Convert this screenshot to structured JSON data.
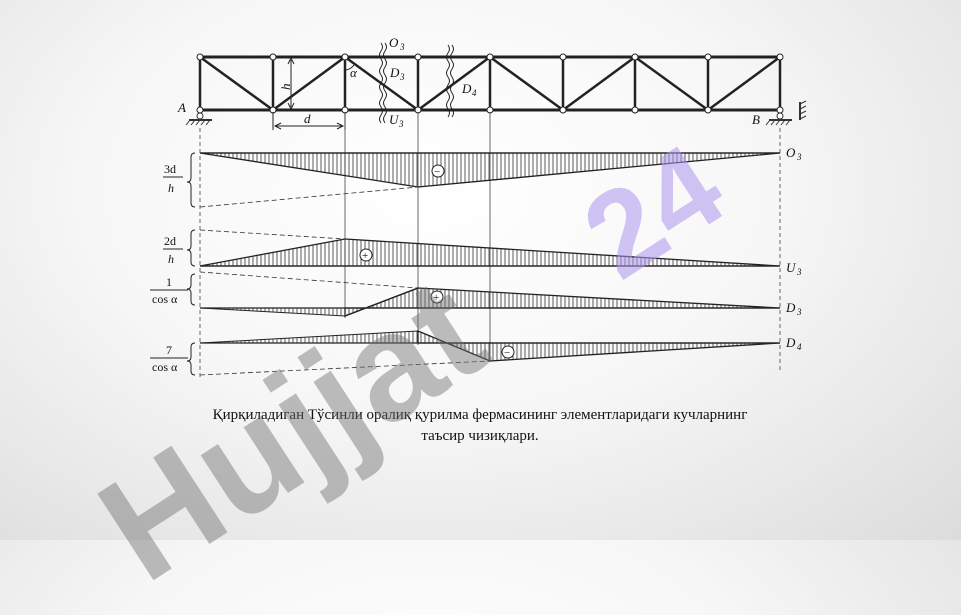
{
  "labels": {
    "A": "A",
    "B": "B",
    "O": "O",
    "O_sub": "3",
    "D3": "D",
    "D3_sub": "3",
    "D4": "D",
    "D4_sub": "4",
    "U": "U",
    "U_sub": "3",
    "alpha": "α",
    "h": "h",
    "d": "d"
  },
  "influence_lines": [
    {
      "name": "O",
      "sub": "3",
      "factor_num": "3d",
      "factor_den": "h",
      "sign": "−"
    },
    {
      "name": "U",
      "sub": "3",
      "factor_num": "2d",
      "factor_den": "h",
      "sign": "+"
    },
    {
      "name": "D",
      "sub": "3",
      "factor_num": "1",
      "factor_den": "cos α",
      "sign": "+"
    },
    {
      "name": "D",
      "sub": "4",
      "factor_num": "7",
      "factor_den": "cos α",
      "sign": "−"
    }
  ],
  "caption": "Қирқиладиган Тўсинли оралиқ қурилма фермасининг элементларидаги кучларнинг таъсир чизиқлари.",
  "watermark_left": "Hujjat",
  "watermark_right": "24"
}
